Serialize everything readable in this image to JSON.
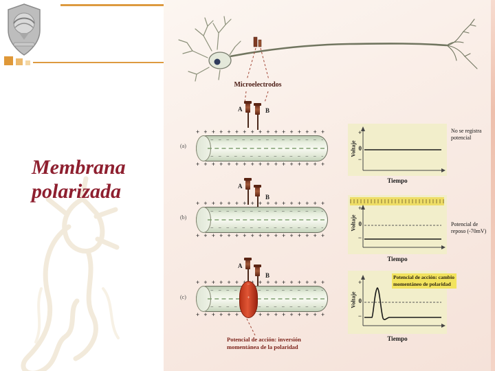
{
  "slide": {
    "title": "Membrana polarizada"
  },
  "figure": {
    "microelectrodes_label": "Microelectrodos",
    "electrode_a": "A",
    "electrode_b": "B",
    "charges": {
      "plus_row": "+ + + + + + + + + + + + + + + + + + + + + +",
      "minus_row": "− − − − − − − − − − − − − − − − − − − −"
    },
    "axis": {
      "voltage": "Voltaje",
      "time": "Tiempo",
      "plus": "+",
      "zero": "0",
      "minus": "−"
    },
    "panels": [
      {
        "id": "(a)",
        "note": "No se registra potencial"
      },
      {
        "id": "(b)",
        "note": "Potencial de reposo (-70mV)"
      },
      {
        "id": "(c)",
        "note": "Potencial de acción: cambio momentáneo de polaridad"
      }
    ],
    "bottom_caption": "Potencial de acción: inversión momentánea de la polaridad",
    "graphs": [
      {
        "type": "line",
        "xlabel": "Tiempo",
        "ylabel": "Voltaje",
        "trace": "línea constante en 0"
      },
      {
        "type": "line",
        "xlabel": "Tiempo",
        "ylabel": "Voltaje",
        "trace": "línea constante en -70 mV bajo línea punteada en 0"
      },
      {
        "type": "line",
        "xlabel": "Tiempo",
        "ylabel": "Voltaje",
        "trace": "espiga desde -70 mV hasta valor positivo y retorno"
      }
    ]
  },
  "colors": {
    "accent_orange": "#dd9a3f",
    "title_red": "#8e1f2f",
    "highlight_yellow": "#f2e35e",
    "action_red": "#c03a22"
  }
}
